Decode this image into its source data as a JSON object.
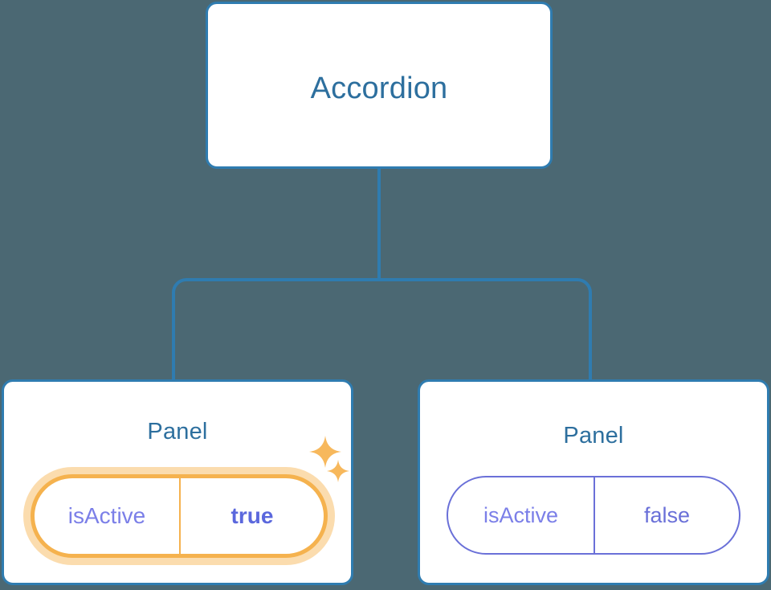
{
  "theme": {
    "background": "#4b6873",
    "card_background": "#ffffff",
    "card_border": "#2f7cb0",
    "title_color": "#2d6f9e",
    "connector_color": "#2f7cb0",
    "prop_key_color": "#7b7fe8",
    "prop_value_color": "#5b68dd",
    "highlight_border": "#f5b24e",
    "highlight_glow": "#fbdcae",
    "pill_border": "#6a70d8"
  },
  "tree": {
    "root": {
      "title": "Accordion"
    },
    "children": [
      {
        "title": "Panel",
        "highlighted": true,
        "prop": {
          "key": "isActive",
          "value": "true"
        },
        "sparkles": [
          "sparkle-icon",
          "sparkle-icon"
        ]
      },
      {
        "title": "Panel",
        "highlighted": false,
        "prop": {
          "key": "isActive",
          "value": "false"
        }
      }
    ]
  }
}
